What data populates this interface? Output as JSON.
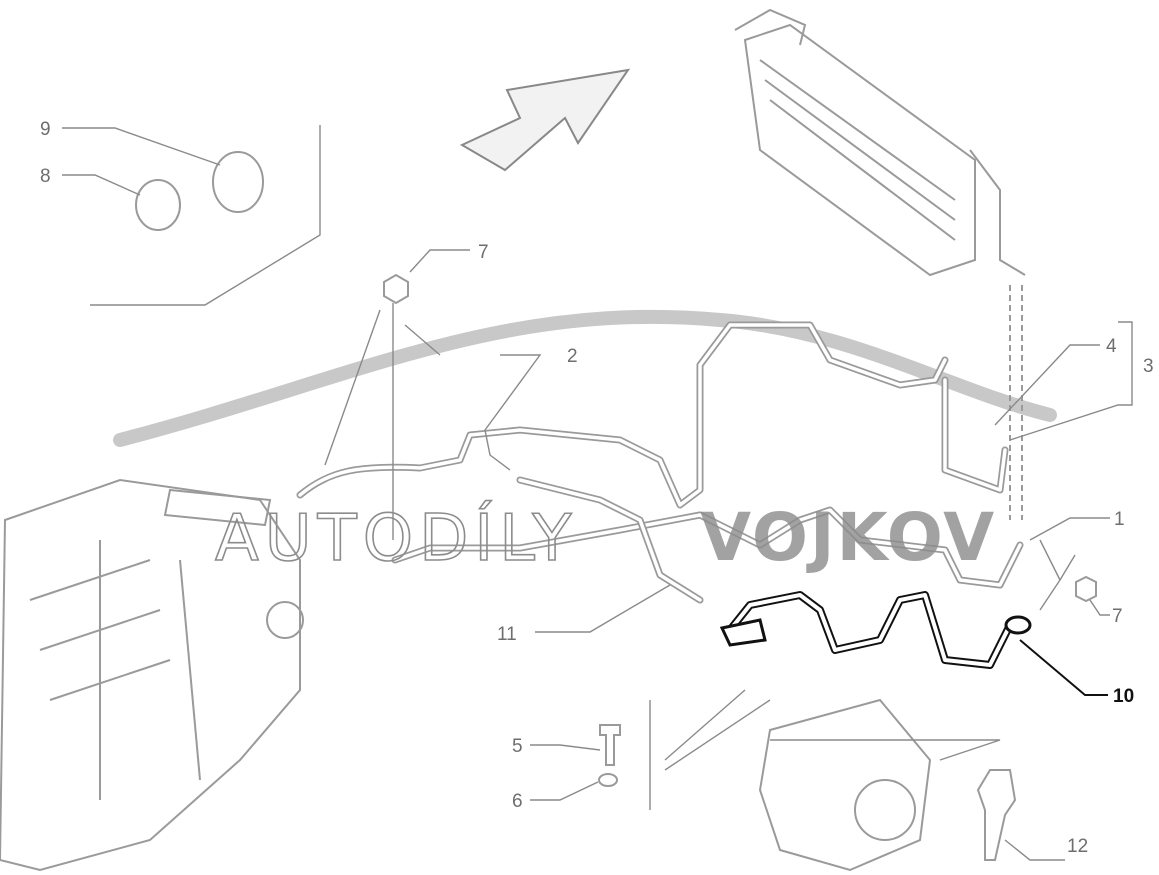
{
  "diagram": {
    "watermark": {
      "light": "AUTODÍLY",
      "bold": "VOJKOV"
    },
    "callouts": {
      "c9": "9",
      "c8": "8",
      "c7_top": "7",
      "c2": "2",
      "c4": "4",
      "c3": "3",
      "c1": "1",
      "c7_right": "7",
      "c10": "10",
      "c11": "11",
      "c5": "5",
      "c6": "6",
      "c12": "12"
    },
    "colors": {
      "line": "#9a9a9a",
      "highlight": "#111111"
    }
  }
}
